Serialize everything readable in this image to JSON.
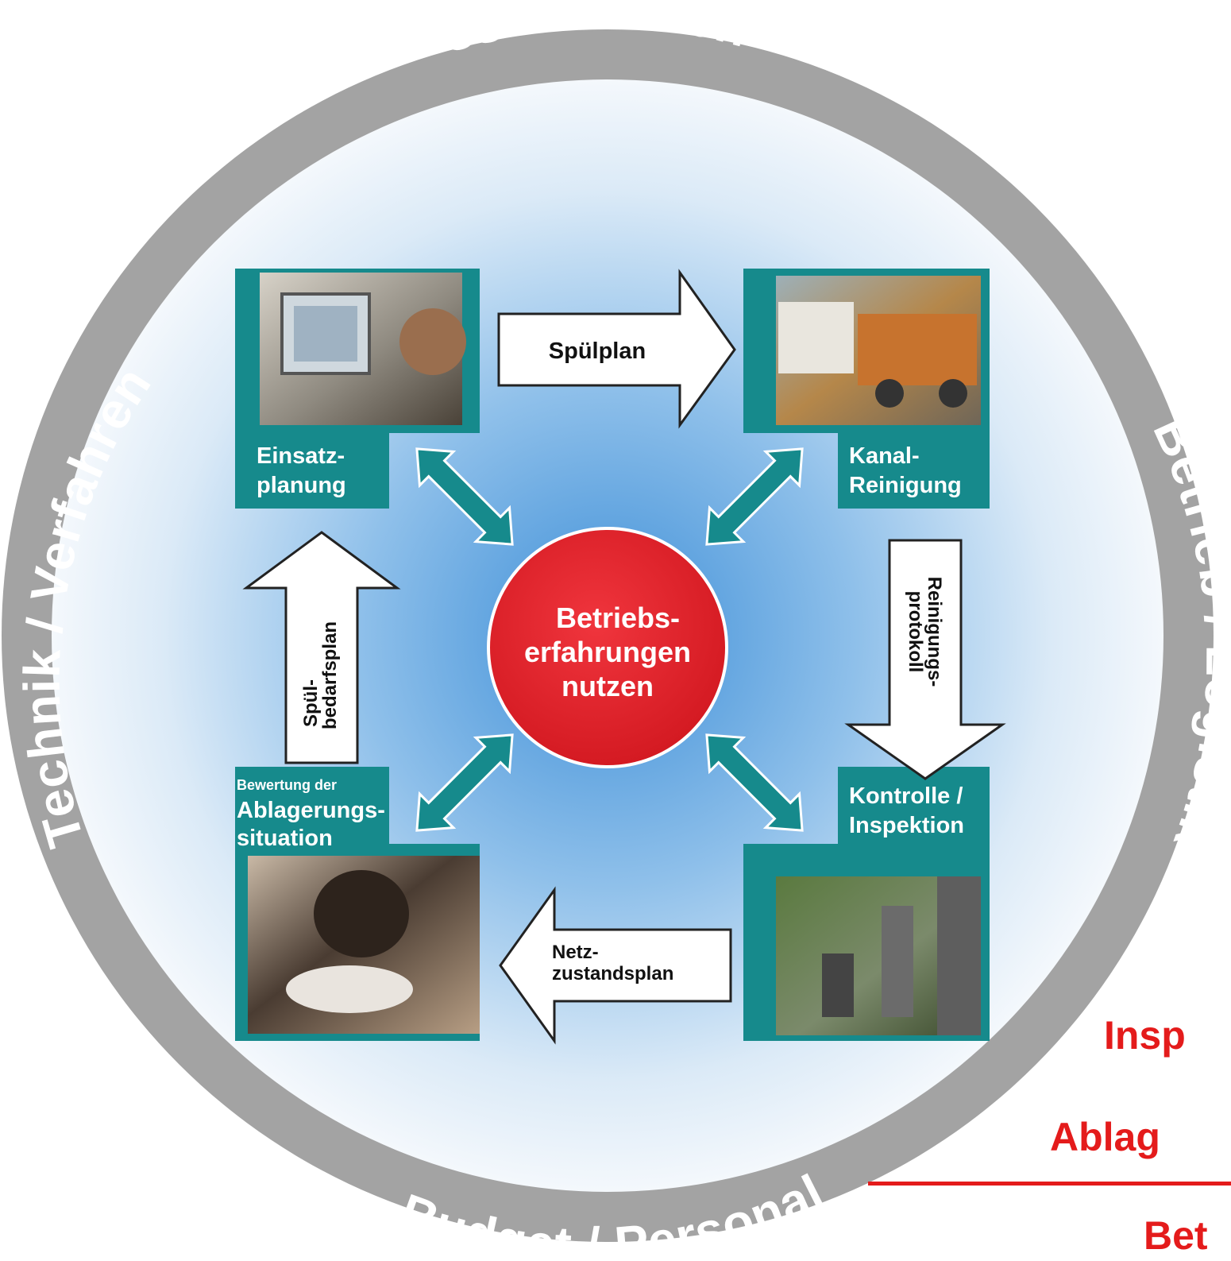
{
  "ring": {
    "top": "§§ / Normen",
    "left": "Technik / Verfahren",
    "right": "Betrieb / Logistik",
    "bottom": "Budget / Personal"
  },
  "center": {
    "line1": "Betriebs-",
    "line2": "erfahrungen",
    "line3": "nutzen"
  },
  "boxes": {
    "top_left": {
      "line1": "Einsatz-",
      "line2": "planung"
    },
    "top_right": {
      "line1": "Kanal-",
      "line2": "Reinigung"
    },
    "bottom_right": {
      "line1": "Kontrolle /",
      "line2": "Inspektion"
    },
    "bottom_left": {
      "line1": "Bewertung der",
      "line2": "Ablagerungs-",
      "line3": "situation"
    }
  },
  "arrows": {
    "top": "Spülplan",
    "right": {
      "line1": "Reinigungs-",
      "line2": "protokoll"
    },
    "bottom": {
      "line1": "Netz-",
      "line2": "zustandsplan"
    },
    "left": {
      "line1": "Spül-",
      "line2": "bedarfsplan"
    }
  },
  "side_labels": {
    "line1": "Insp",
    "line2": "Ablag",
    "line3": "Bet"
  },
  "colors": {
    "ring": "#a3a3a3",
    "teal": "#168a8c",
    "center_red": "#e3202a",
    "side_red": "#e41b1b"
  }
}
